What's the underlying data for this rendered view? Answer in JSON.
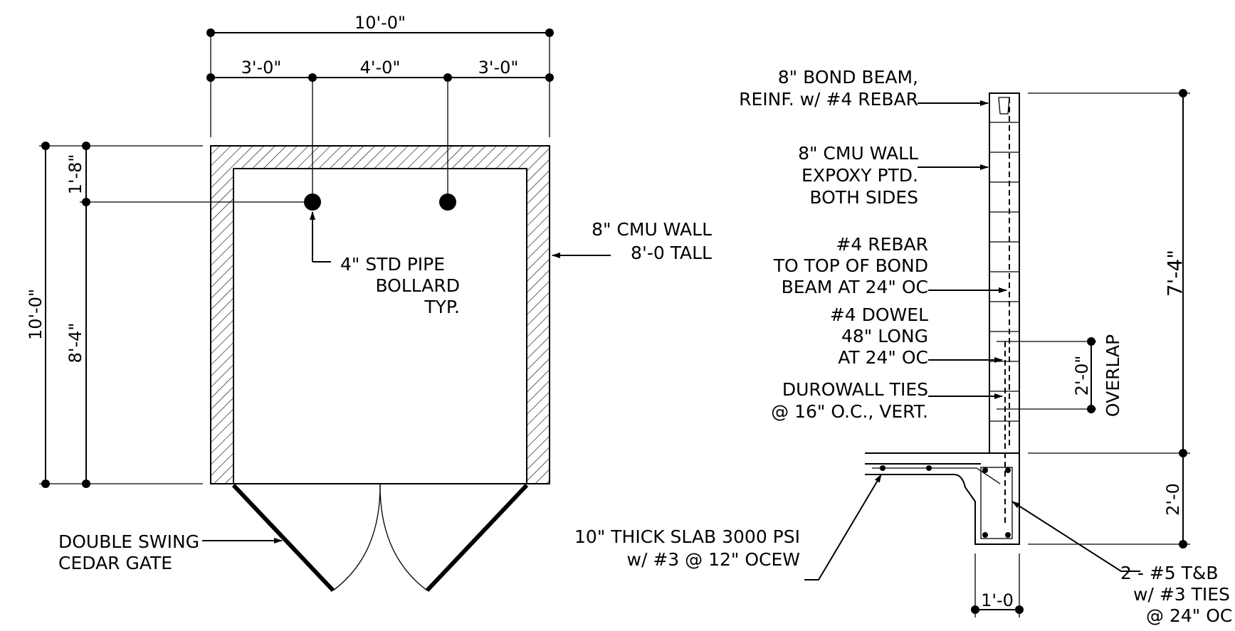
{
  "plan": {
    "dim_overall_width": "10'-0\"",
    "dim_left": "3'-0\"",
    "dim_middle": "4'-0\"",
    "dim_right": "3'-0\"",
    "dim_overall_depth": "10'-0\"",
    "dim_top_offset": "1'-8\"",
    "dim_bottom_offset": "8'-4\"",
    "wall_note": [
      "8\" CMU WALL",
      "8'-0 TALL"
    ],
    "bollard_note": [
      "4\" STD PIPE",
      "BOLLARD",
      "TYP."
    ],
    "gate_note": [
      "DOUBLE SWING",
      "CEDAR GATE"
    ]
  },
  "section": {
    "bond_beam_note": [
      "8\" BOND BEAM,",
      "REINF. w/ #4 REBAR"
    ],
    "cmu_wall_note": [
      "8\" CMU WALL",
      "EXPOXY PTD.",
      "BOTH SIDES"
    ],
    "rebar_note": [
      "#4 REBAR",
      "TO TOP OF BOND",
      "BEAM AT 24\" OC"
    ],
    "dowel_note": [
      "#4 DOWEL",
      "48\" LONG",
      "AT 24\" OC"
    ],
    "durowall_note": [
      "DUROWALL TIES",
      "@ 16\" O.C., VERT."
    ],
    "slab_note": [
      "10\"  THICK SLAB 3000 PSI",
      "w/ #3 @ 12\" OCEW"
    ],
    "footing_note": [
      "2 - #5 T&B",
      "w/ #3 TIES",
      "@ 24\" OC"
    ],
    "dim_wall_height": "7'-4\"",
    "dim_overlap": "2'-0\"",
    "overlap_label": "OVERLAP",
    "dim_footing_depth": "2'-0",
    "dim_footing_width": "1'-0"
  }
}
